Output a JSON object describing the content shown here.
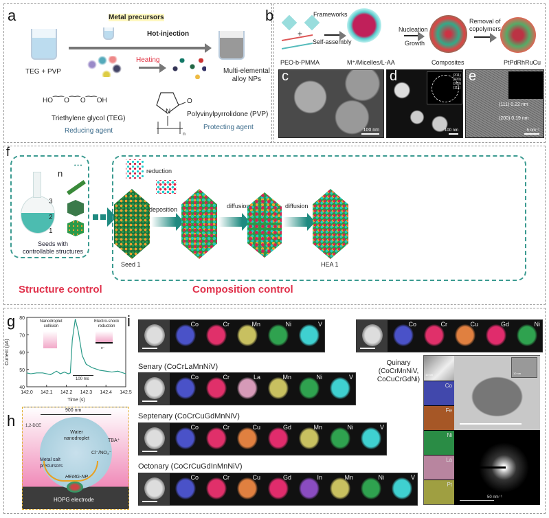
{
  "panels": {
    "a": "a",
    "b": "b",
    "c": "c",
    "d": "d",
    "e": "e",
    "f": "f",
    "g": "g",
    "h": "h",
    "i": "i"
  },
  "a": {
    "metal_precursors": "Metal precursors",
    "hot_injection": "Hot-injection",
    "heating": "Heating",
    "teg_pvp": "TEG + PVP",
    "product_line1": "Multi-elemental",
    "product_line2": "alloy NPs",
    "teg_formula": "HO⁀⁀O⁀⁀O⁀⁀OH",
    "teg_name": "Triethylene glycol (TEG)",
    "teg_role": "Reducing agent",
    "pvp_name": "Polyvinylpyrrolidone (PVP)",
    "pvp_role": "Protecting agent",
    "pvp_n": "n",
    "pvp_o": "O",
    "pvp_N": "N"
  },
  "b": {
    "frameworks": "Frameworks",
    "self_assembly": "Self-assembly",
    "peo": "PEO-b-PMMA",
    "micelles": "M⁺/Micelles/L-AA",
    "nucleation": "Nucleation",
    "growth": "Growth",
    "composites": "Composites",
    "removal1": "Removal of",
    "removal2": "copolymers",
    "product": "PtPdRhRuCu",
    "plus": "+"
  },
  "c": {
    "scale": "100 nm"
  },
  "d": {
    "scale": "100 nm",
    "rings": [
      "(311)",
      "(220)",
      "(200)",
      "(111)"
    ]
  },
  "e": {
    "d111": "(111) 0.22 nm",
    "d200": "(200) 0.19 nm",
    "scale": "5 nm⁻¹"
  },
  "f": {
    "seeds1": "Seeds with",
    "seeds2": "controllable structures",
    "n": "n",
    "three": "3",
    "two": "2",
    "one": "1",
    "dots": "• • •",
    "reduction": "reduction",
    "deposition": "deposition",
    "diffusion1": "diffusion",
    "diffusion2": "diffusion",
    "seed": "Seed 1",
    "hea": "HEA 1",
    "structure_control": "Structure control",
    "composition_control": "Composition control"
  },
  "chart_data": {
    "type": "line",
    "title": "",
    "xlabel": "Time (s)",
    "ylabel": "Current (pA)",
    "xlim": [
      142.0,
      142.5
    ],
    "ylim": [
      40,
      80
    ],
    "xticks": [
      "142.0",
      "142.1",
      "142.2",
      "142.3",
      "142.4",
      "142.5"
    ],
    "yticks": [
      "40",
      "50",
      "60",
      "70",
      "80"
    ],
    "series": [
      {
        "name": "current",
        "color": "#2a9a88",
        "x": [
          142.0,
          142.02,
          142.05,
          142.08,
          142.1,
          142.12,
          142.15,
          142.17,
          142.19,
          142.21,
          142.22,
          142.23,
          142.245,
          142.26,
          142.28,
          142.3,
          142.33,
          142.37,
          142.4,
          142.43,
          142.46,
          142.5
        ],
        "y": [
          48,
          47.5,
          48,
          48,
          47.5,
          47,
          49,
          47.5,
          48.5,
          47.5,
          48,
          67,
          79,
          72,
          58,
          53,
          51,
          49.5,
          49,
          48.5,
          49,
          47.5
        ]
      }
    ],
    "annotations": {
      "collision1": "Nanodroplet",
      "collision2": "collision",
      "shock1": "Electro-shock",
      "shock2": "reduction",
      "interval": "100 ms",
      "electron": "e⁻"
    }
  },
  "h": {
    "scale": "900 nm",
    "solvent": "1,2-DCE",
    "droplet1": "Water",
    "droplet2": "nanodroplet",
    "tba": "TBA⁺",
    "anion": "Cl⁻/NO₃⁻",
    "precursor1": "Metal salt",
    "precursor2": "precursors",
    "np": "HEMG-NP",
    "electrode": "HOPG electrode"
  },
  "i": {
    "rows": [
      {
        "label": "",
        "elements": [
          "Co",
          "Cr",
          "Mn",
          "Ni",
          "V"
        ]
      },
      {
        "label": "Senary (CoCrLaMnNiV)",
        "elements": [
          "Co",
          "Cr",
          "La",
          "Mn",
          "Ni",
          "V"
        ]
      },
      {
        "label": "Septenary (CoCrCuGdMnNiV)",
        "elements": [
          "Co",
          "Cr",
          "Cu",
          "Gd",
          "Mn",
          "Ni",
          "V"
        ]
      },
      {
        "label": "Octonary (CoCrCuGdInMnNiV)",
        "elements": [
          "Co",
          "Cr",
          "Cu",
          "Gd",
          "In",
          "Mn",
          "Ni",
          "V"
        ]
      }
    ],
    "top_right": {
      "elements": [
        "Co",
        "Cr",
        "Cu",
        "Gd",
        "Ni"
      ]
    },
    "quinary1": "Quinary",
    "quinary2": "(CoCrMnNiV,",
    "quinary3": "CoCuCrGdNi)",
    "tem_strip": [
      "Co",
      "Fe",
      "Ni",
      "La",
      "Pt"
    ],
    "tem_scale_small": "10 nm",
    "inset_scale": "10 nm",
    "saed_scale": "50 nm⁻¹"
  },
  "colors": {
    "Co": "#4a52c8",
    "Cr": "#e0306a",
    "Mn": "#c8c060",
    "Ni": "#2fa24f",
    "V": "#3fd0d0",
    "La": "#d69ab8",
    "Cu": "#e08040",
    "Gd": "#e02c6c",
    "In": "#8a4cc0",
    "Fe": "#c0642a",
    "Pt": "#b8b84a",
    "teal": "#2a9a90",
    "red": "#e0304a"
  }
}
